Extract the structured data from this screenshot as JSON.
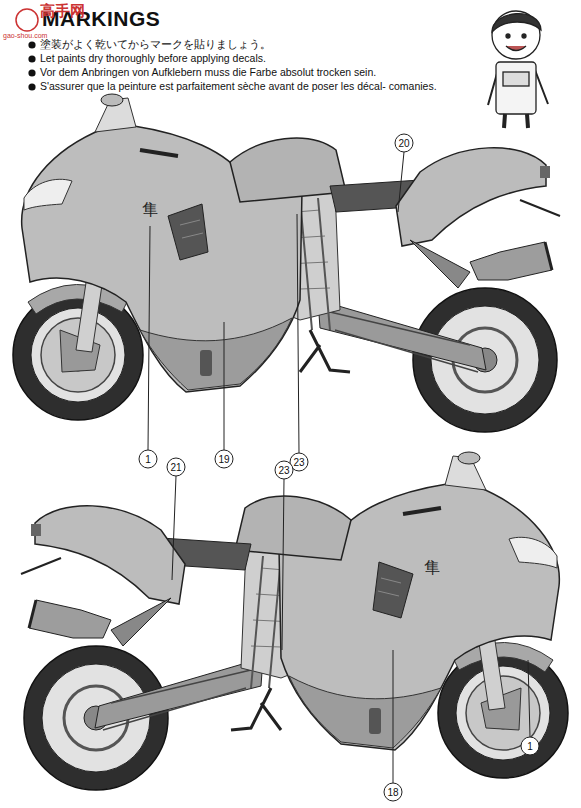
{
  "diagram": {
    "title": "MARKINGS",
    "labels": [
      "高手网",
      "gao-shou.com",
      "塗装がよく乾いてからマークを貼りましょう。",
      "Let paints dry thoroughly before applying decals.",
      "Vor dem Anbringen von Aufklebern muss die Farbe absolut trocken sein.",
      "S'assurer que la peinture est parfaitement sèche avant de poser les décal- comanies.",
      "20",
      "1",
      "19",
      "23",
      "21",
      "23",
      "1",
      "18",
      "隼",
      "隼"
    ]
  }
}
